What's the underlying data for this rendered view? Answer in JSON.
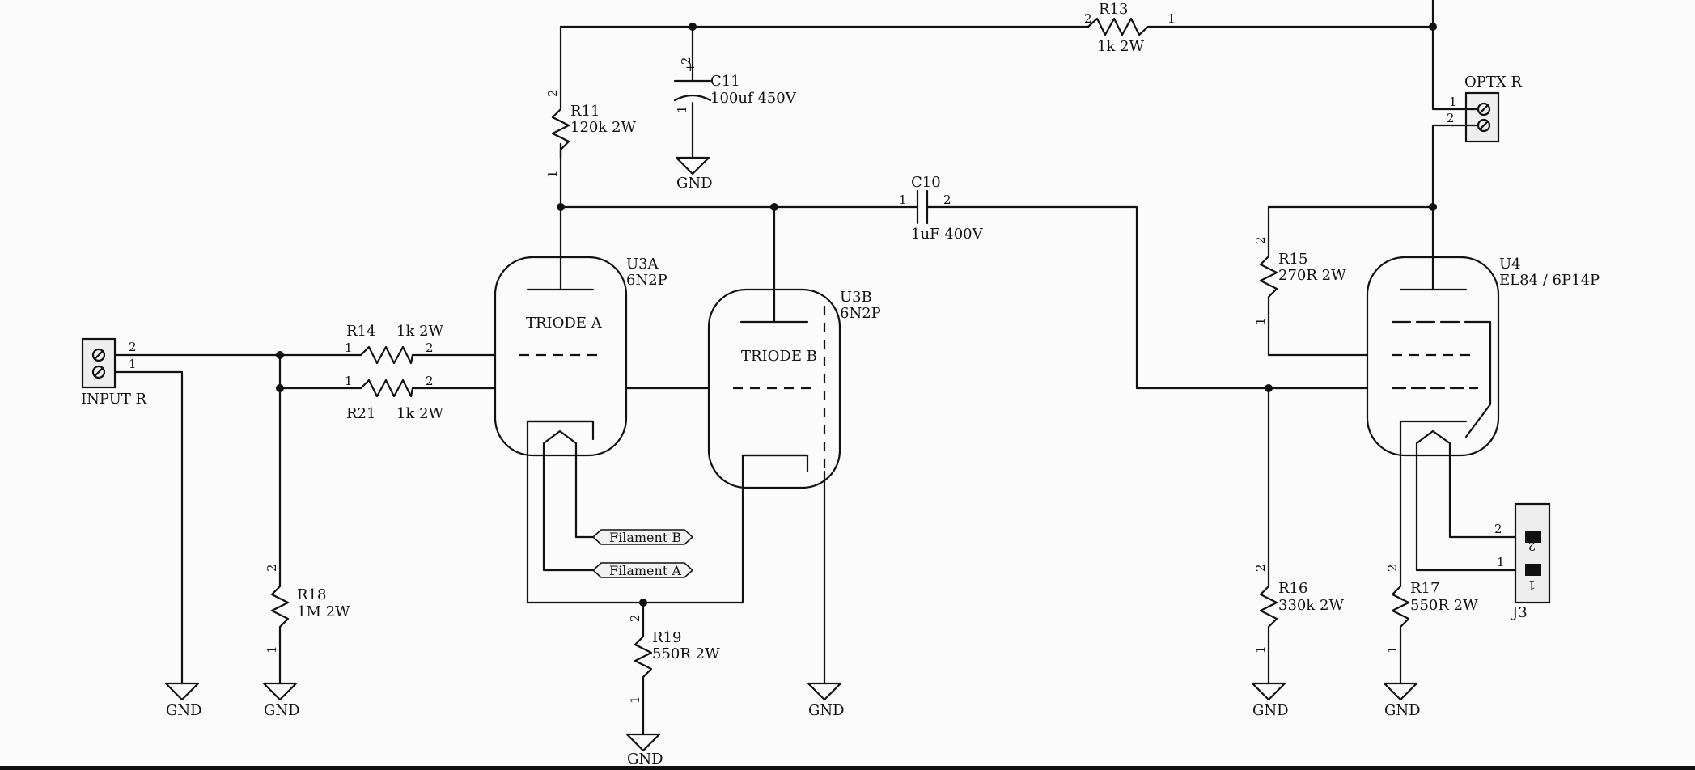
{
  "colors": {
    "wire": "#111111",
    "background": "#fbfbfb",
    "flag_fill": "#f2f2f2",
    "connector_fill": "#eeeeee"
  },
  "gnd_label": "GND",
  "components": {
    "R13": {
      "ref": "R13",
      "value": "1k 2W",
      "pin_a": "2",
      "pin_b": "1"
    },
    "C11": {
      "ref": "C11",
      "value": "100uf 450V",
      "pin_a": "2",
      "pin_b": "1",
      "polarity": "+"
    },
    "R11": {
      "ref": "R11",
      "value": "120k 2W",
      "pin_a": "2",
      "pin_b": "1"
    },
    "C10": {
      "ref": "C10",
      "value": "1uF 400V",
      "pin_a": "1",
      "pin_b": "2"
    },
    "OPTX": {
      "ref": "OPTX R",
      "pin_a": "1",
      "pin_b": "2"
    },
    "U3A": {
      "ref": "U3A",
      "value": "6N2P",
      "label": "TRIODE A"
    },
    "U3B": {
      "ref": "U3B",
      "value": "6N2P",
      "label": "TRIODE B"
    },
    "U4": {
      "ref": "U4",
      "value": "EL84 / 6P14P"
    },
    "R15": {
      "ref": "R15",
      "value": "270R 2W",
      "pin_a": "2",
      "pin_b": "1"
    },
    "INPUT": {
      "ref": "INPUT R",
      "pin_a": "2",
      "pin_b": "1"
    },
    "R14": {
      "ref": "R14",
      "value": "1k 2W",
      "pin_a": "1",
      "pin_b": "2"
    },
    "R21": {
      "ref": "R21",
      "value": "1k 2W",
      "pin_a": "1",
      "pin_b": "2"
    },
    "R18": {
      "ref": "R18",
      "value": "1M 2W",
      "pin_a": "2",
      "pin_b": "1"
    },
    "R19": {
      "ref": "R19",
      "value": "550R 2W",
      "pin_a": "2",
      "pin_b": "1"
    },
    "R16": {
      "ref": "R16",
      "value": "330k 2W",
      "pin_a": "2",
      "pin_b": "1"
    },
    "R17": {
      "ref": "R17",
      "value": "550R 2W",
      "pin_a": "2",
      "pin_b": "1"
    },
    "J3": {
      "ref": "J3",
      "pin_a": "2",
      "pin_b": "1"
    }
  },
  "net_flags": {
    "filament_b": "Filament B",
    "filament_a": "Filament A"
  }
}
